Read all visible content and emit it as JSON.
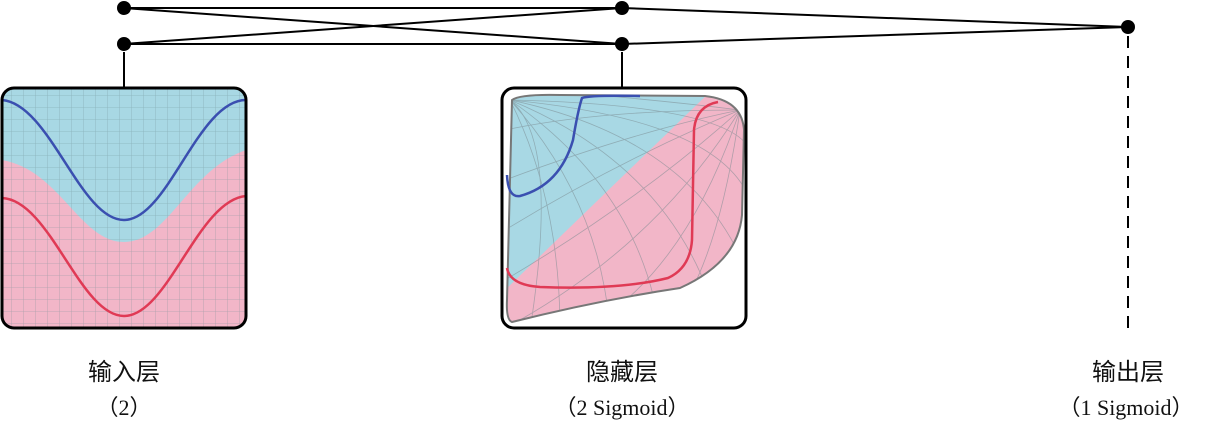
{
  "layers": [
    {
      "name": "输入层",
      "detail": "（2）"
    },
    {
      "name": "隐藏层",
      "detail": "（2 Sigmoid）"
    },
    {
      "name": "输出层",
      "detail": "（1 Sigmoid）"
    }
  ],
  "colors": {
    "blue_region": "#a8d8e4",
    "pink_region": "#f2b6c8",
    "blue_curve": "#3a4fb0",
    "red_curve": "#e03a55",
    "line": "#000000"
  }
}
